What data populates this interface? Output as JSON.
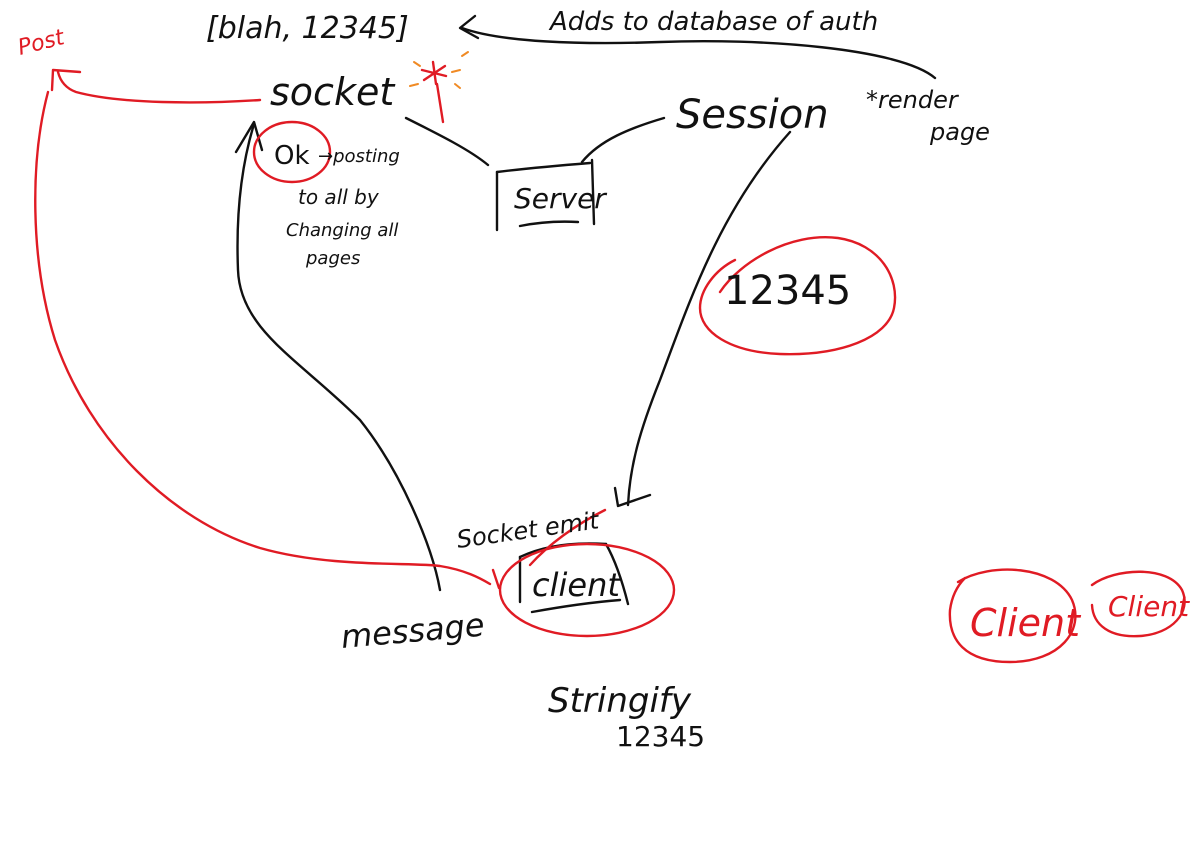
{
  "colors": {
    "ink": "#111111",
    "accent": "#e01b24",
    "spark": "#f08a24"
  },
  "labels": {
    "array": "[blah, 12345]",
    "adds_to_database": "Adds to database of auth",
    "post": "Post",
    "socket": "socket",
    "session": "Session",
    "render_page_line1": "*render",
    "render_page_line2": "page",
    "ok": "Ok",
    "posting_line1": "→posting",
    "posting_line2": "to all by",
    "posting_line3": "Changing all",
    "posting_line4": "pages",
    "server": "Server",
    "id_bubble": "12345",
    "socket_emit": "Socket emit",
    "client": "client",
    "message": "message",
    "stringify_line1": "Stringify",
    "stringify_line2": "12345",
    "client_right_1": "Client",
    "client_right_2": "Client"
  }
}
